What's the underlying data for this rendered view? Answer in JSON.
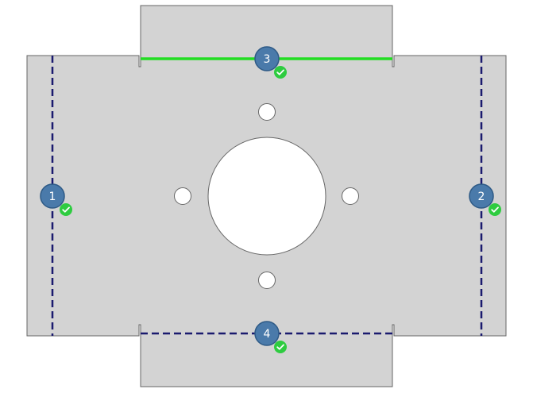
{
  "colors": {
    "panel_fill": "#d3d3d3",
    "panel_stroke": "#666666",
    "hole_fill": "#ffffff",
    "bend_line_pending": "#1a1a6e",
    "bend_line_active": "#22dd22",
    "marker_fill": "#4a7aaa",
    "marker_stroke": "#2e5a86",
    "check_fill": "#2ecc40",
    "check_mark": "#ffffff"
  },
  "bend_lines": [
    {
      "id": "1",
      "label": "1",
      "status": "complete",
      "active": false,
      "icon": "check-icon"
    },
    {
      "id": "2",
      "label": "2",
      "status": "complete",
      "active": false,
      "icon": "check-icon"
    },
    {
      "id": "3",
      "label": "3",
      "status": "complete",
      "active": true,
      "icon": "check-icon"
    },
    {
      "id": "4",
      "label": "4",
      "status": "complete",
      "active": false,
      "icon": "check-icon"
    }
  ]
}
